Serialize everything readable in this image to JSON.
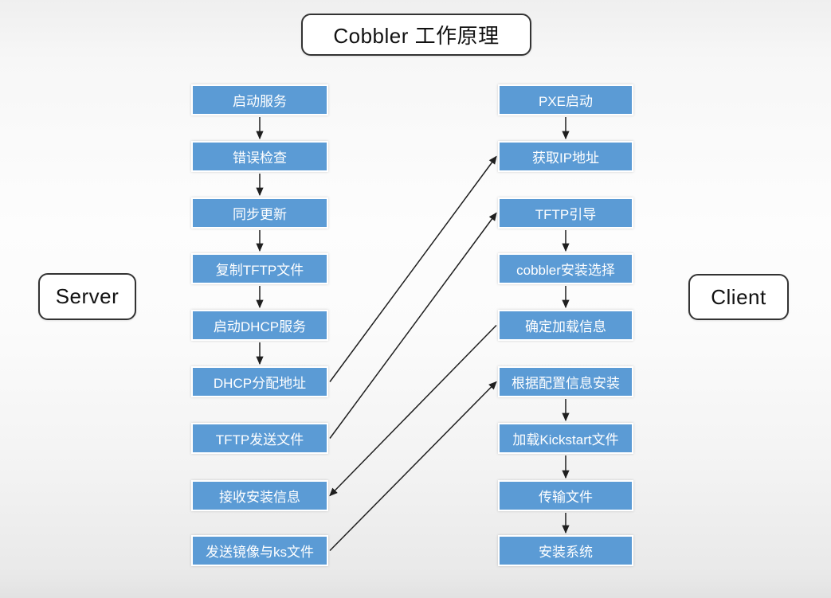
{
  "title": "Cobbler 工作原理",
  "side_labels": {
    "server": "Server",
    "client": "Client"
  },
  "server_steps": [
    "启动服务",
    "错误检查",
    "同步更新",
    "复制TFTP文件",
    "启动DHCP服务",
    "DHCP分配地址",
    "TFTP发送文件",
    "接收安装信息",
    "发送镜像与ks文件"
  ],
  "client_steps": [
    "PXE启动",
    "获取IP地址",
    "TFTP引导",
    "cobbler安装选择",
    "确定加载信息",
    "根据配置信息安装",
    "加载Kickstart文件",
    "传输文件",
    "安装系统"
  ],
  "flows": {
    "server_down": [
      [
        0,
        1
      ],
      [
        1,
        2
      ],
      [
        2,
        3
      ],
      [
        3,
        4
      ],
      [
        4,
        5
      ]
    ],
    "client_down": [
      [
        0,
        1
      ],
      [
        2,
        3
      ],
      [
        3,
        4
      ],
      [
        5,
        6
      ],
      [
        6,
        7
      ],
      [
        7,
        8
      ]
    ],
    "cross": [
      {
        "from": {
          "col": "server",
          "row": 5,
          "side": "right"
        },
        "to": {
          "col": "client",
          "row": 1,
          "side": "left"
        }
      },
      {
        "from": {
          "col": "server",
          "row": 6,
          "side": "right"
        },
        "to": {
          "col": "client",
          "row": 2,
          "side": "left"
        }
      },
      {
        "from": {
          "col": "client",
          "row": 4,
          "side": "left"
        },
        "to": {
          "col": "server",
          "row": 7,
          "side": "right"
        }
      },
      {
        "from": {
          "col": "server",
          "row": 8,
          "side": "right"
        },
        "to": {
          "col": "client",
          "row": 5,
          "side": "left"
        }
      }
    ]
  },
  "colors": {
    "step_fill": "#5b9bd5",
    "step_text": "#ffffff",
    "arrow": "#1f1f1f",
    "outline_border": "#333333",
    "label_text": "#111111"
  }
}
